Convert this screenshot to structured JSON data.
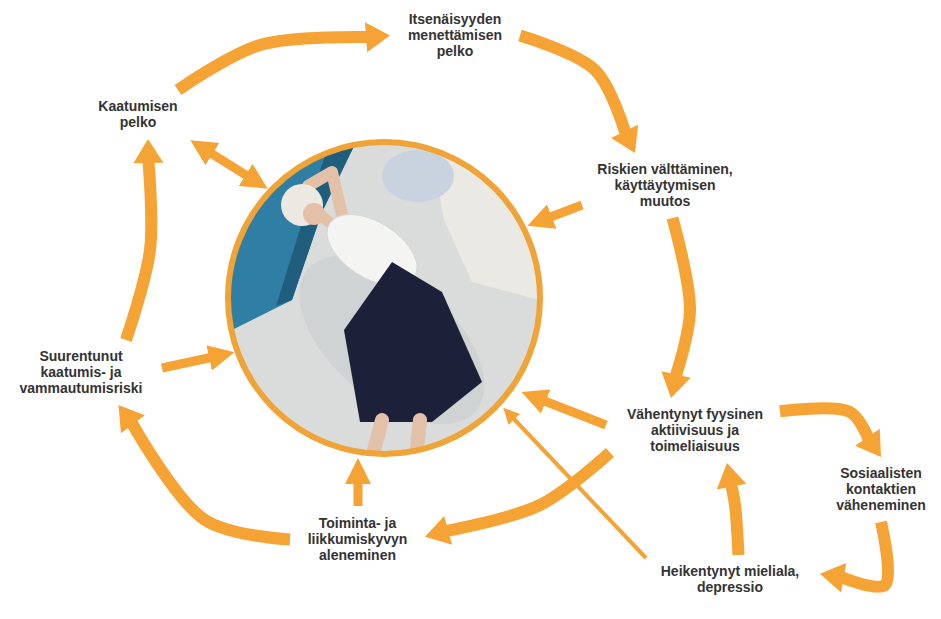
{
  "diagram": {
    "nodes": [
      {
        "text": [
          "Itsenäisyyden menettämisen pelko"
        ]
      },
      {
        "text": [
          "Riskien välttäminen, käyttäytymisen muutos"
        ]
      },
      {
        "text": [
          "Vähentynyt fyysinen aktiivisuus ja toimeliaisuus"
        ]
      },
      {
        "text": [
          "Sosiaalisten kontaktien väheneminen"
        ]
      },
      {
        "text": [
          "Heikentynyt mieliala, depressio"
        ]
      },
      {
        "text": [
          "Toiminta- ja liikkumiskyvyn aleneminen"
        ]
      },
      {
        "text": [
          "Suurentunut kaatumis- ja vammautumisriski"
        ]
      },
      {
        "text": [
          "Kaatumisen pelko"
        ]
      }
    ],
    "edges": [
      {
        "from": 7,
        "to": 0,
        "arrow": "to"
      },
      {
        "from": 0,
        "to": 1,
        "arrow": "to"
      },
      {
        "from": 1,
        "to": 2,
        "arrow": "to"
      },
      {
        "from": 2,
        "to": 3,
        "arrow": "to"
      },
      {
        "from": 3,
        "to": 4,
        "arrow": "to"
      },
      {
        "from": 4,
        "to": 2,
        "arrow": "to"
      },
      {
        "from": 2,
        "to": 5,
        "arrow": "to"
      },
      {
        "from": 5,
        "to": 6,
        "arrow": "to"
      },
      {
        "from": 6,
        "to": 7,
        "arrow": "to"
      }
    ]
  }
}
